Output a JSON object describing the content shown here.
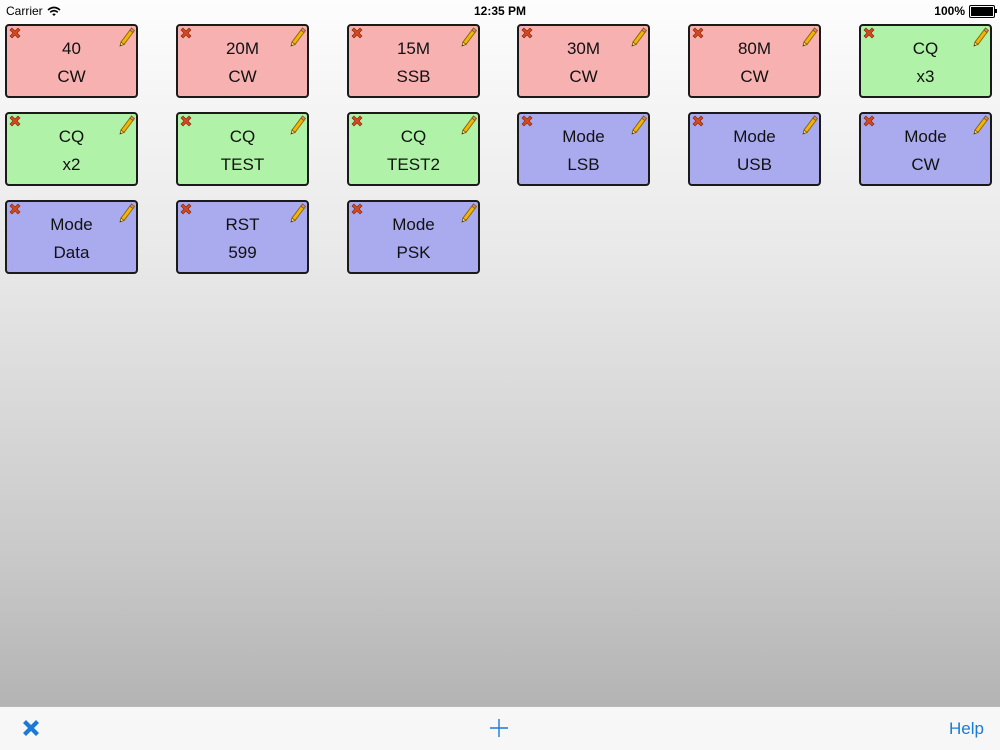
{
  "status_bar": {
    "carrier": "Carrier",
    "time": "12:35 PM",
    "battery": "100%"
  },
  "tiles": [
    {
      "line1": "40",
      "line2": "CW",
      "color": "red"
    },
    {
      "line1": "20M",
      "line2": "CW",
      "color": "red"
    },
    {
      "line1": "15M",
      "line2": "SSB",
      "color": "red"
    },
    {
      "line1": "30M",
      "line2": "CW",
      "color": "red"
    },
    {
      "line1": "80M",
      "line2": "CW",
      "color": "red"
    },
    {
      "line1": "CQ",
      "line2": "x3",
      "color": "green"
    },
    {
      "line1": "CQ",
      "line2": "x2",
      "color": "green"
    },
    {
      "line1": "CQ",
      "line2": "TEST",
      "color": "green"
    },
    {
      "line1": "CQ",
      "line2": "TEST2",
      "color": "green"
    },
    {
      "line1": "Mode",
      "line2": "LSB",
      "color": "blue"
    },
    {
      "line1": "Mode",
      "line2": "USB",
      "color": "blue"
    },
    {
      "line1": "Mode",
      "line2": "CW",
      "color": "blue"
    },
    {
      "line1": "Mode",
      "line2": "Data",
      "color": "blue"
    },
    {
      "line1": "RST",
      "line2": "599",
      "color": "blue"
    },
    {
      "line1": "Mode",
      "line2": "PSK",
      "color": "blue"
    }
  ],
  "toolbar": {
    "close_icon": "close-x-icon",
    "add_icon": "plus-icon",
    "help_label": "Help"
  },
  "colors": {
    "red": "#f7b1b1",
    "green": "#b0f2a8",
    "blue": "#aaaaef",
    "accent": "#1a7bd6"
  }
}
